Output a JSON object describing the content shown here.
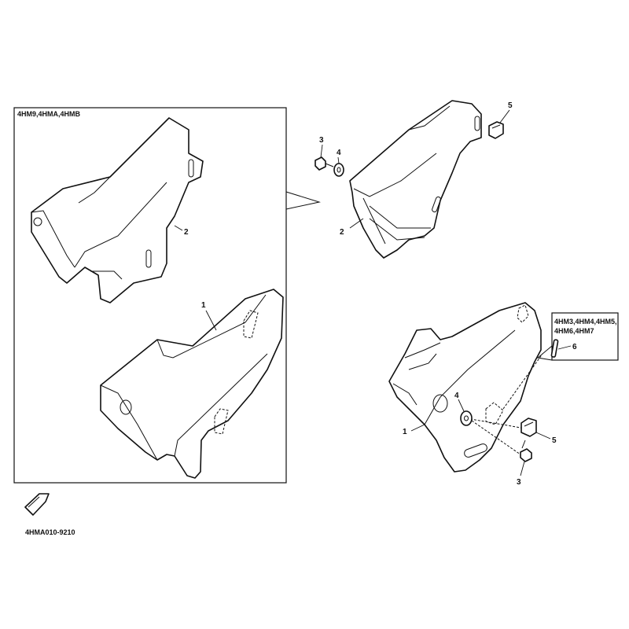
{
  "group_left": {
    "variant_label": "4HM9,4HMA,4HMB"
  },
  "group_right": {
    "variant_label_line1": "4HM3,4HM4,4HM5,",
    "variant_label_line2": "4HM6,4HM7"
  },
  "callouts": {
    "left_cover_upper": "2",
    "left_cover_lower": "1",
    "exploded_cover": "2",
    "exploded_bolt": "3",
    "exploded_washer": "4",
    "exploded_grommet": "5",
    "right_cover": "1",
    "right_washer": "4",
    "right_bolt": "3",
    "right_grommet": "5",
    "right_pin": "6"
  },
  "footer": {
    "diagram_code": "4HMA010-9210"
  },
  "icons": {
    "front_arrow": "front-direction-arrow-icon"
  }
}
